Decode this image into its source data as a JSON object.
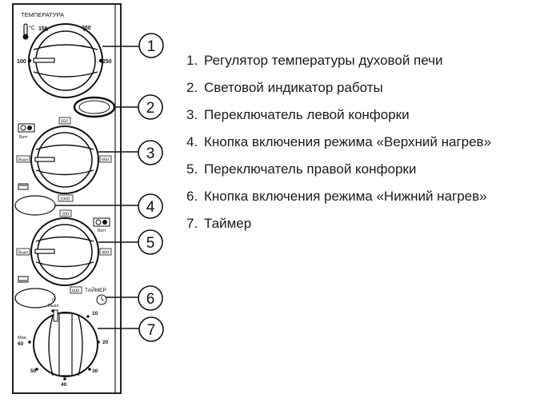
{
  "panel": {
    "temperature_title": "ТЕМПЕРАТУРА",
    "temp_marks": [
      "100",
      "150",
      "200",
      "250"
    ],
    "left_burner_marks": {
      "top": "550",
      "left": "Выкл",
      "right": "650",
      "bottom": "1000"
    },
    "right_burner_marks": {
      "top": "200",
      "left": "Выкл",
      "right": "400",
      "bottom": "600"
    },
    "watt_label": "Ватт",
    "timer_title": "ТАЙМЕР",
    "timer_marks": {
      "zero": "0",
      "off": "Выкл",
      "m10": "10",
      "m20": "20",
      "m30": "30",
      "m40": "40",
      "m50": "50",
      "m60": "60",
      "min": "Мин."
    }
  },
  "callouts": [
    "1",
    "2",
    "3",
    "4",
    "5",
    "6",
    "7"
  ],
  "legend": [
    {
      "num": "1.",
      "text": "Регулятор температуры духовой печи"
    },
    {
      "num": "2.",
      "text": "Световой индикатор работы"
    },
    {
      "num": "3.",
      "text": "Переключатель левой конфорки"
    },
    {
      "num": "4.",
      "text": "Кнопка включения режима «Верхний нагрев»"
    },
    {
      "num": "5.",
      "text": "Переключатель правой конфорки"
    },
    {
      "num": "6.",
      "text": "Кнопка включения режима «Нижний нагрев»"
    },
    {
      "num": "7.",
      "text": "Таймер"
    }
  ]
}
